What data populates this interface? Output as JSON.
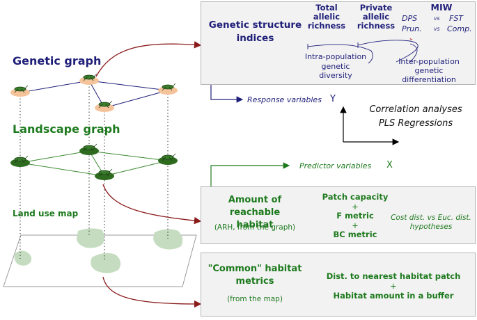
{
  "layers": {
    "genetic_graph": "Genetic graph",
    "landscape_graph": "Landscape graph",
    "land_use_map": "Land use map"
  },
  "genetic_box": {
    "title_line1": "Genetic structure",
    "title_line2": "indices",
    "total_allelic": [
      "Total",
      "allelic",
      "richness"
    ],
    "private_allelic": [
      "Private",
      "allelic",
      "richness"
    ],
    "miw": "MIW",
    "miw_row1": [
      "DPS",
      "vs",
      "FST"
    ],
    "miw_row2": [
      "Prun.",
      "vs",
      "Comp."
    ],
    "intra": [
      "Intra-population",
      "genetic",
      "diversity"
    ],
    "inter": [
      "Inter-population",
      "genetic",
      "differentiation"
    ]
  },
  "response_variables": "Response variables",
  "y_label": "Y",
  "analyses": [
    "Correlation analyses",
    "PLS Regressions"
  ],
  "predictor_variables": "Predictor variables",
  "x_label": "X",
  "arh_box": {
    "title_line1": "Amount of reachable",
    "title_line2": "habitat",
    "subtitle": "(ARH, from the graph)",
    "metric1": "Patch capacity",
    "plus": "+",
    "metric2": "F metric",
    "metric3": "BC metric",
    "hypotheses": [
      "Cost dist. vs Euc. dist.",
      "hypotheses"
    ]
  },
  "common_box": {
    "title_line1": "\"Common\" habitat",
    "title_line2": "metrics",
    "subtitle": "(from the map)",
    "metric1": "Dist. to nearest habitat patch",
    "plus": "+",
    "metric2": "Habitat amount in a buffer"
  },
  "colors": {
    "navy": "#1f1f7a",
    "green": "#1e7a1e",
    "darkred": "#8b1a1a",
    "box_bg": "#f2f2f2",
    "patch": "#c5dcc0",
    "genetic_node": "#f5c39a",
    "landscape_node": "#2e6b1f"
  },
  "icons": {
    "node": "grasshopper-icon"
  }
}
